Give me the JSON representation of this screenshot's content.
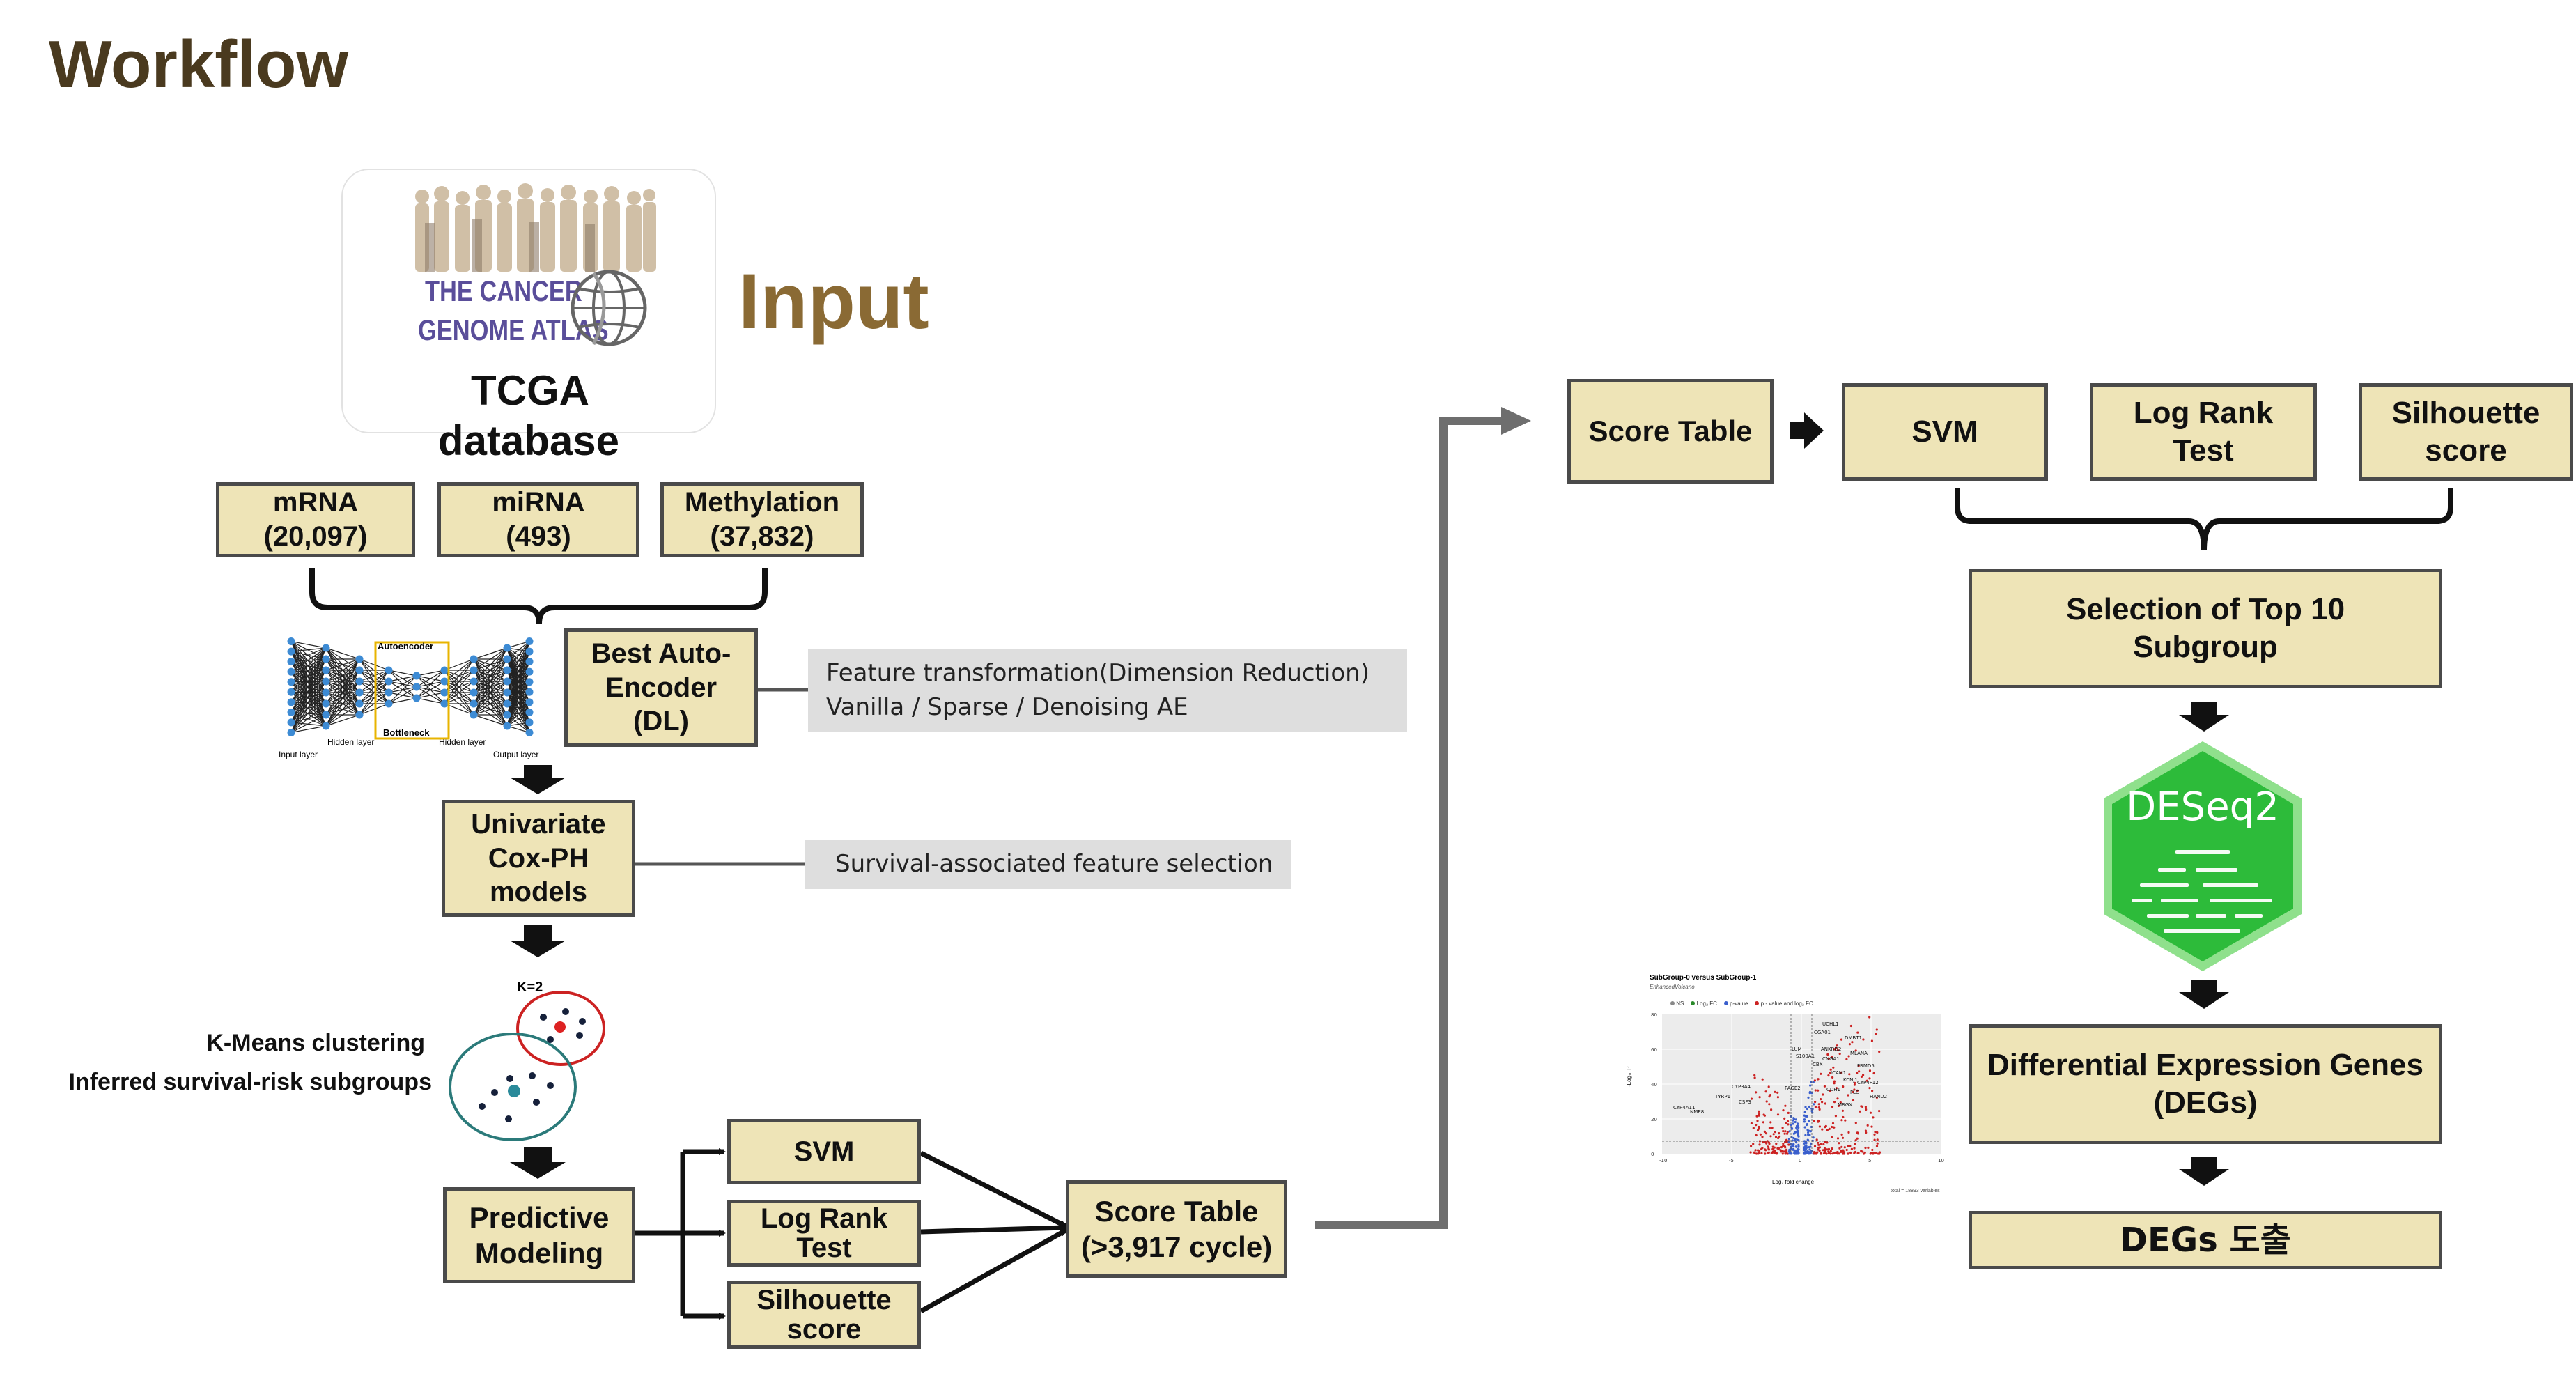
{
  "title": "Workflow",
  "input": {
    "heading": "Input",
    "logo_line1": "THE CANCER",
    "logo_line2": "GENOME ATLAS",
    "db_label_1": "TCGA",
    "db_label_2": "database"
  },
  "omics": [
    {
      "line1": "mRNA",
      "line2": "(20,097)"
    },
    {
      "line1": "miRNA",
      "line2": "(493)"
    },
    {
      "line1": "Methylation",
      "line2": "(37,832)"
    }
  ],
  "autoencoder": {
    "box": [
      "Best Auto-",
      "Encoder",
      "(DL)"
    ],
    "fig_autoencoder": "Autoencoder",
    "fig_bottleneck": "Bottleneck",
    "fig_hidden_left": "Hidden layer",
    "fig_hidden_right": "Hidden layer",
    "fig_input": "Input layer",
    "fig_output": "Output layer",
    "note_line1": "Feature transformation(Dimension  Reduction)",
    "note_line2": "Vanilla / Sparse / Denoising AE"
  },
  "cox": {
    "box": [
      "Univariate",
      "Cox-PH",
      "models"
    ],
    "note": "Survival-associated feature selection"
  },
  "kmeans": {
    "k_label": "K=2",
    "line1": "K-Means clustering",
    "line2": "Inferred survival-risk subgroups"
  },
  "predictive": {
    "box": [
      "Predictive",
      "Modeling"
    ]
  },
  "methods_left": [
    {
      "lines": [
        "SVM"
      ]
    },
    {
      "lines": [
        "Log Rank",
        "Test"
      ]
    },
    {
      "lines": [
        "Silhouette",
        "score"
      ]
    }
  ],
  "score_table_left": {
    "lines": [
      "Score Table",
      "(>3,917 cycle)"
    ]
  },
  "right": {
    "score_table": "Score Table",
    "methods": [
      {
        "lines": [
          "SVM"
        ]
      },
      {
        "lines": [
          "Log Rank",
          "Test"
        ]
      },
      {
        "lines": [
          "Silhouette",
          "score"
        ]
      }
    ],
    "selection": [
      "Selection of Top 10",
      "Subgroup"
    ],
    "deseq": "DESeq2",
    "degs": [
      "Differential Expression Genes",
      "(DEGs)"
    ],
    "degs_final": "DEGs 도출"
  },
  "volcano": {
    "title": "SubGroup-0 versus SubGroup-1",
    "subtitle": "EnhancedVolcano",
    "legend": [
      "NS",
      "Log₂ FC",
      "p-value",
      "p - value and log₂ FC"
    ],
    "xlabel": "Log₂ fold change",
    "ylabel": "-Log₁₀ P",
    "footer": "total = 18893 variables",
    "x_ticks": [
      "-10",
      "-5",
      "0",
      "5",
      "10"
    ],
    "y_ticks": [
      "0",
      "20",
      "40",
      "60",
      "80"
    ],
    "genes": [
      "UCHL1",
      "CGA01",
      "DMBT1",
      "LUM",
      "ANKRD2",
      "MLANA",
      "S100A1",
      "CNGA1",
      "FRMD5",
      "CBX",
      "ICAM1",
      "KCNJ1",
      "CYP3A4",
      "PAGE2",
      "TYRP1",
      "CDH1",
      "FLG",
      "CSF3",
      "NME8",
      "CYP4A11",
      "CYP4F12",
      "HAND2",
      "MRGX"
    ]
  },
  "colors": {
    "box_fill": "#eee4b7",
    "box_border": "#4a4a4a",
    "title_brown": "#4a3a1f",
    "input_brown": "#8a6a34",
    "deseq_green": "#2dbb3a",
    "note_gray": "#dedede",
    "cluster_red": "#cc2222",
    "cluster_teal": "#2b7a7a"
  }
}
